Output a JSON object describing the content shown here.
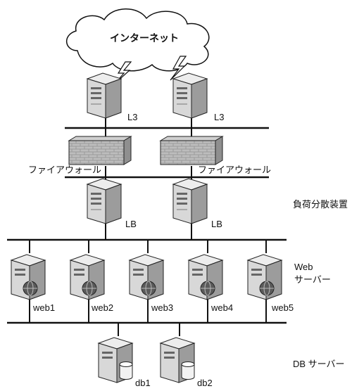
{
  "cloud": {
    "label": "インターネット"
  },
  "routers": [
    {
      "label": "L3"
    },
    {
      "label": "L3"
    }
  ],
  "firewalls": [
    {
      "label": "ファイアウォール"
    },
    {
      "label": "ファイアウォール"
    }
  ],
  "load_balancers": [
    {
      "label": "LB"
    },
    {
      "label": "LB"
    }
  ],
  "web_servers": [
    {
      "label": "web1"
    },
    {
      "label": "web2"
    },
    {
      "label": "web3"
    },
    {
      "label": "web4"
    },
    {
      "label": "web5"
    }
  ],
  "db_servers": [
    {
      "label": "db1"
    },
    {
      "label": "db2"
    }
  ],
  "side_labels": {
    "load_balancer_group": "負荷分散装置",
    "web_group_line1": "Web",
    "web_group_line2": "サーバー",
    "db_group": "DB サーバー"
  },
  "icons": {
    "cloud": "cloud-icon",
    "lightning": "lightning-icon",
    "router": "server-tower-icon",
    "firewall": "brick-wall-icon",
    "load_balancer": "server-tower-icon",
    "web_server": "web-server-icon",
    "db_server": "database-server-icon"
  }
}
